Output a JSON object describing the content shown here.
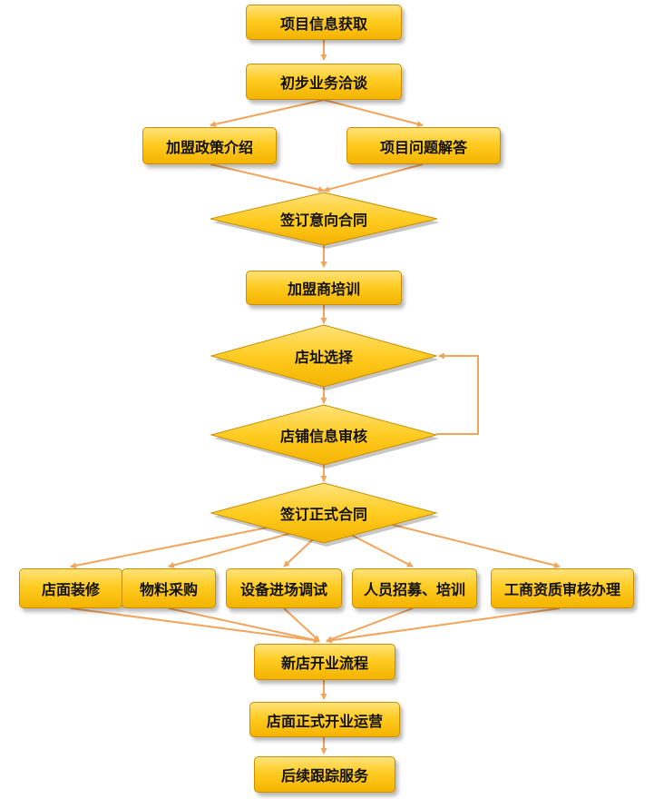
{
  "colors": {
    "fill_light": "#ffe27a",
    "fill": "#ffcc22",
    "fill_dark": "#f4b300",
    "border": "#c98f00",
    "connector": "#f2a45a"
  },
  "nodes": {
    "info": "项目信息获取",
    "talk": "初步业务洽谈",
    "policy": "加盟政策介绍",
    "qa": "项目问题解答",
    "intent": "签订意向合同",
    "training": "加盟商培训",
    "site": "店址选择",
    "audit": "店铺信息审核",
    "contract": "签订正式合同",
    "decor": "店面装修",
    "purchase": "物料采购",
    "equip": "设备进场调试",
    "staff": "人员招募、培训",
    "license": "工商资质审核办理",
    "opening": "新店开业流程",
    "operate": "店面正式开业运营",
    "followup": "后续跟踪服务"
  }
}
